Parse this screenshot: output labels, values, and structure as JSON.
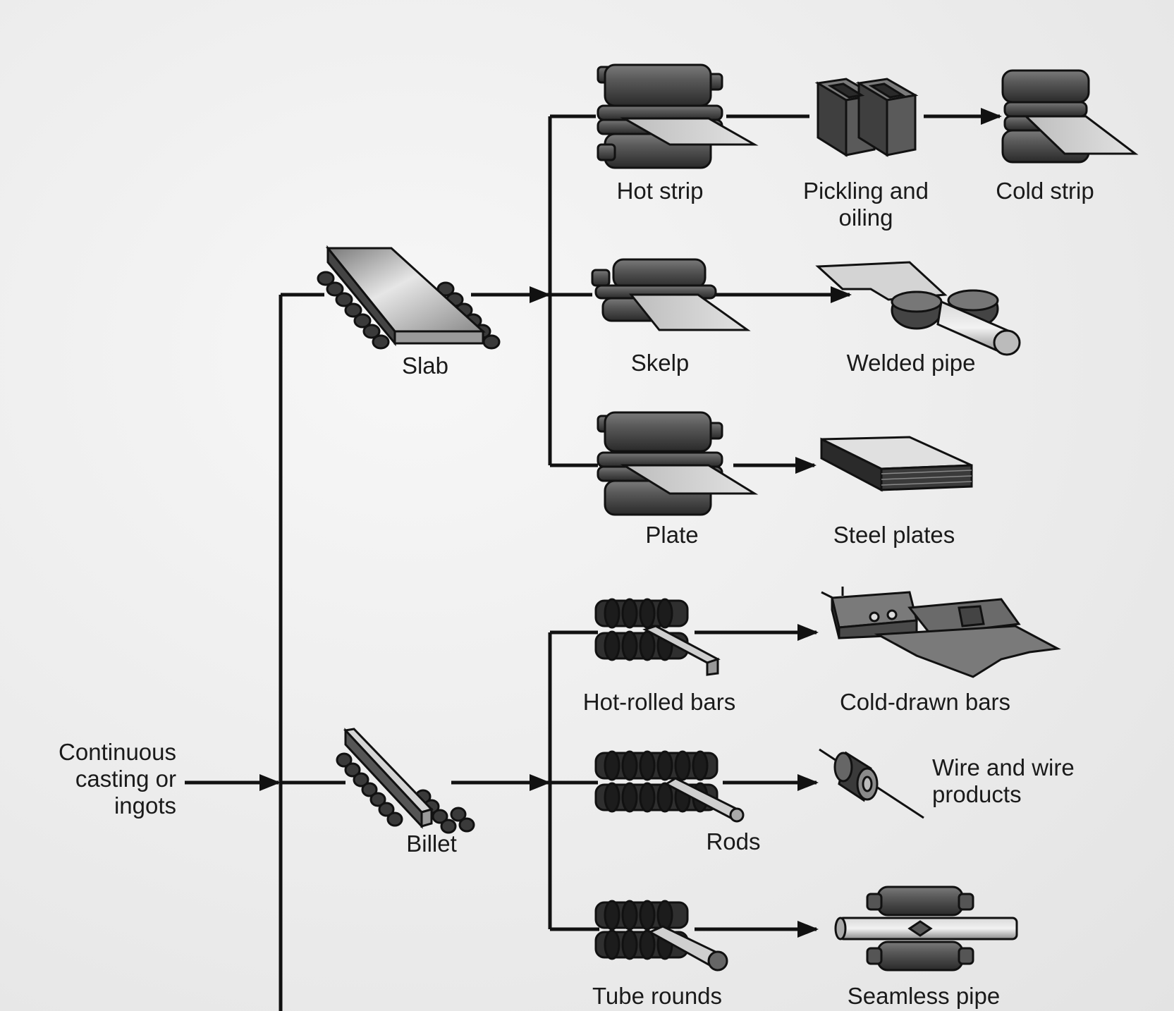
{
  "source": {
    "label_lines": [
      "Continuous",
      "casting or",
      "ingots"
    ]
  },
  "intermediates": {
    "slab": "Slab",
    "billet": "Billet"
  },
  "slab_products": {
    "hot_strip": "Hot strip",
    "pickling": [
      "Pickling and",
      "oiling"
    ],
    "cold_strip": "Cold strip",
    "skelp": "Skelp",
    "welded_pipe": "Welded pipe",
    "plate": "Plate",
    "steel_plates": "Steel plates"
  },
  "billet_products": {
    "hot_rolled_bars": "Hot-rolled bars",
    "cold_drawn_bars": "Cold-drawn bars",
    "rods": "Rods",
    "wire": [
      "Wire and wire",
      "products"
    ],
    "tube_rounds": "Tube rounds",
    "seamless_pipe": "Seamless pipe"
  }
}
